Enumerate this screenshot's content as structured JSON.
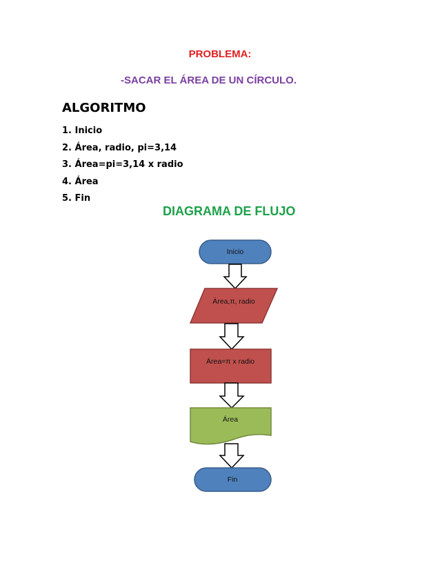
{
  "problem": {
    "heading": "PROBLEMA:",
    "statement": "-SACAR EL ÁREA DE UN CÍRCULO."
  },
  "algorithm": {
    "heading": "ALGORITMO",
    "steps": [
      "1. Inicio",
      "2. Área, radio, pi=3,14",
      "3. Área=pi=3,14 x radio",
      "4. Área",
      "5. Fin"
    ]
  },
  "flowchart": {
    "heading": "DIAGRAMA DE FLUJO",
    "nodes": {
      "start": "Inicio",
      "input": "Área,π, radio",
      "process": "Área=π x radio",
      "output": "Área",
      "end": "Fin"
    }
  },
  "colors": {
    "problem_heading": "#e02020",
    "problem_statement": "#7a3fa0",
    "flow_heading": "#1ca14a",
    "terminal_fill": "#4f81bd",
    "terminal_stroke": "#385d8a",
    "input_fill": "#c0504d",
    "process_fill": "#c0504d",
    "shape_stroke_red": "#8c3836",
    "output_fill": "#9bbb59",
    "output_stroke": "#71893f"
  }
}
